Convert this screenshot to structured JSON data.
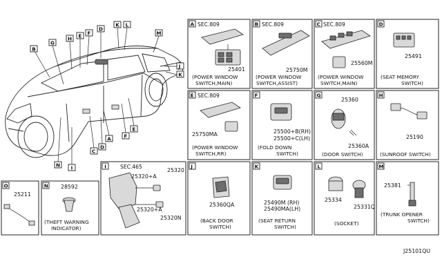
{
  "diagram_code": "J25101QU",
  "car_callouts": [
    "A",
    "B",
    "C",
    "D",
    "E",
    "F",
    "G",
    "H",
    "I",
    "J",
    "K",
    "L",
    "M",
    "N"
  ],
  "panels": {
    "A": {
      "tag": "A",
      "sec": "SEC.809",
      "part": "25401",
      "caption1": "(POWER WINDOW",
      "caption2": "SWITCH,MAIN)"
    },
    "B": {
      "tag": "B",
      "sec": "SEC.809",
      "part": "25750M",
      "caption1": "(POWER WINDOW",
      "caption2": "SWITCH,ASSIST)"
    },
    "C": {
      "tag": "C",
      "sec": "SEC.809",
      "part": "25560M",
      "caption1": "(POWER WINDOW",
      "caption2": "SWITCH,MAIN)"
    },
    "D": {
      "tag": "D",
      "part": "25491",
      "caption1": "(SEAT MEMORY",
      "caption2": "SWITCH)"
    },
    "E": {
      "tag": "E",
      "sec": "SEC.809",
      "part": "25750MA",
      "caption1": "(POWER WINDOW",
      "caption2": "SWITCH,RR)"
    },
    "F": {
      "tag": "F",
      "part1": "25500+B(RH)",
      "part2": "25500+C(LH)",
      "caption1": "(FOLD DOWN",
      "caption2": "SWITCH)"
    },
    "G": {
      "tag": "G",
      "part1": "25360",
      "part2": "25360A",
      "caption1": "(DOOR SWITCH)"
    },
    "H": {
      "tag": "H",
      "part": "25190",
      "caption1": "(SUNROOF SWITCH)"
    },
    "I": {
      "tag": "I",
      "sec": "SEC.465",
      "part1": "25320",
      "part2": "25320+A",
      "part3": "25320+A",
      "part4": "25320N"
    },
    "J": {
      "tag": "J",
      "part": "25360QA",
      "caption1": "(BACK DOOR",
      "caption2": "SWITCH)"
    },
    "K": {
      "tag": "K",
      "part1": "25490M (RH)",
      "part2": "25490MA(LH)",
      "caption1": "(SEAT RETURN",
      "caption2": "SWITCH)"
    },
    "L": {
      "tag": "L",
      "part1": "25334",
      "part2": "25331Q",
      "caption1": "(SOCKET)"
    },
    "M": {
      "tag": "M",
      "part": "25381",
      "caption1": "(TRUNK OPENER",
      "caption2": "SWITCH)"
    },
    "O": {
      "tag": "O",
      "part": "25211"
    },
    "N": {
      "tag": "N",
      "part": "28592",
      "caption1": "(THEFT WARNING",
      "caption2": "INDICATOR)"
    }
  }
}
